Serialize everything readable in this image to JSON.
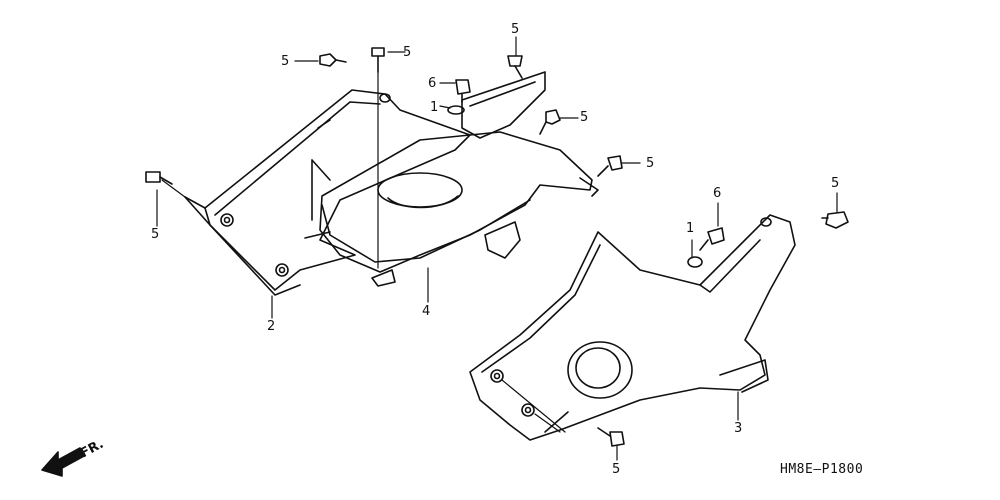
{
  "diagram": {
    "diagram_code": "HM8E—P1800",
    "direction_label": "FR.",
    "icons": [
      "front-direction-arrow-icon",
      "bolt-icon",
      "clip-icon",
      "washer-icon"
    ],
    "callouts": {
      "c_5_a": "5",
      "c_5_b": "5",
      "c_5_c": "5",
      "c_5_d": "5",
      "c_5_e": "5",
      "c_5_f": "5",
      "c_5_g": "5",
      "c_5_h": "5",
      "c_6_a": "6",
      "c_6_b": "6",
      "c_1_a": "1",
      "c_1_b": "1",
      "c_2": "2",
      "c_3": "3",
      "c_4": "4"
    }
  }
}
